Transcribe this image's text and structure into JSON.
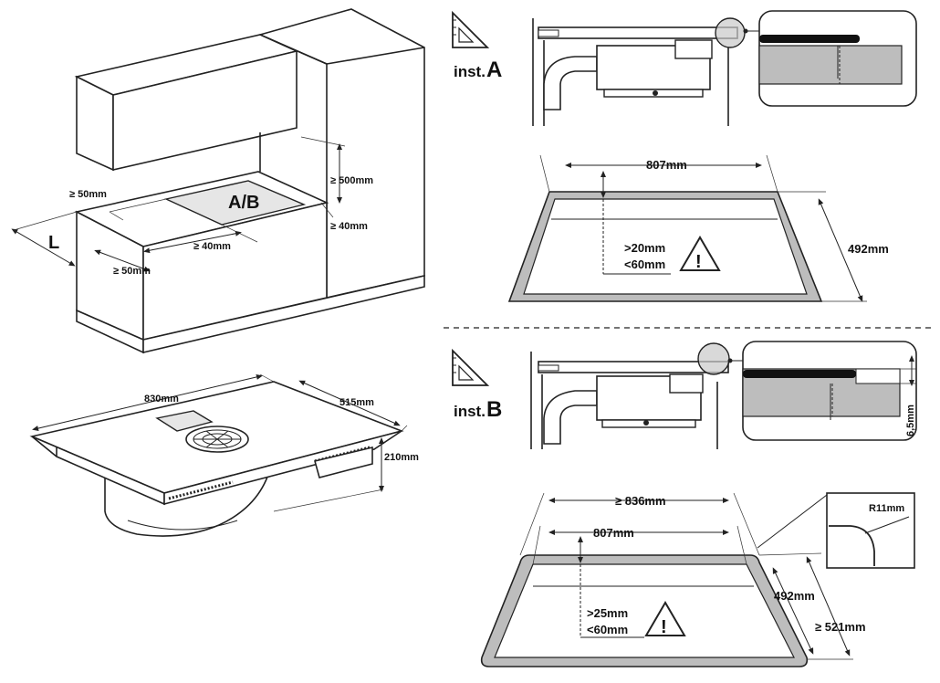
{
  "kitchen": {
    "side_50_top": "≥ 50mm",
    "side_50_bottom": "≥ 50mm",
    "rear_40": "≥ 40mm",
    "front_40": "≥ 40mm",
    "above_500": "≥ 500mm",
    "cutout_label": "A/B",
    "depth_label": "L"
  },
  "appliance": {
    "width": "830mm",
    "depth": "515mm",
    "height": "210mm"
  },
  "inst_a": {
    "prefix": "inst.",
    "letter": "A",
    "cutout_width": "807mm",
    "cutout_depth": "492mm",
    "gap_min": ">20mm",
    "gap_max": "<60mm"
  },
  "inst_b": {
    "prefix": "inst.",
    "letter": "B",
    "outer_width": "≥ 836mm",
    "inner_width": "807mm",
    "inner_depth": "492mm",
    "outer_depth": "≥ 521mm",
    "gap_min": ">25mm",
    "gap_max": "<60mm",
    "recess_depth": "6,5mm",
    "corner_radius": "R11mm"
  },
  "warning_icon": "warning-triangle-icon",
  "set_square_icon": "set-square-icon"
}
